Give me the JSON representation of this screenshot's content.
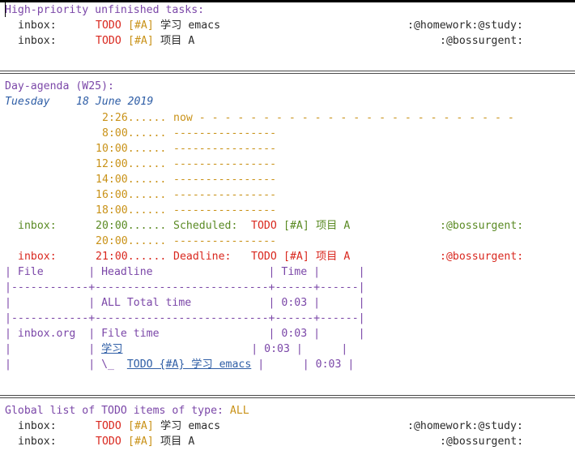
{
  "colors": {
    "purple": "#7b47a8",
    "red": "#d9281f",
    "green": "#5a8a23",
    "orange": "#c99218",
    "blue": "#2f5ea6",
    "text": "#2b2b2b"
  },
  "high_priority": {
    "title": "High-priority unfinished tasks:",
    "rows": [
      {
        "category": "inbox:",
        "state": "TODO",
        "priority": "[#A]",
        "headline": "学习 emacs",
        "tags": ":@homework:@study:"
      },
      {
        "category": "inbox:",
        "state": "TODO",
        "priority": "[#A]",
        "headline": "项目 A",
        "tags": ":@bossurgent:"
      }
    ]
  },
  "agenda": {
    "title": "Day-agenda (W25):",
    "day": "Tuesday",
    "date": "18 June 2019",
    "now": {
      "time": "2:26......",
      "label": "now - - - - - - - - - - - - - - - - - - - - - - - - -"
    },
    "grid_dashes": "----------------",
    "grid_times": [
      "8:00......",
      "10:00......",
      "12:00......",
      "14:00......",
      "16:00......",
      "18:00......"
    ],
    "scheduled": {
      "category": "inbox:",
      "time": "20:00......",
      "kind": "Scheduled:",
      "state": "TODO",
      "priority": "[#A]",
      "headline": "项目 A",
      "tags": ":@bossurgent:"
    },
    "grid_after_scheduled": "20:00......",
    "deadline": {
      "category": "inbox:",
      "time": "21:00......",
      "kind": "Deadline:",
      "state": "TODO",
      "priority": "[#A]",
      "headline": "项目 A",
      "tags": ":@bossurgent:"
    }
  },
  "clocktable": {
    "lines": [
      "| File       | Headline                  | Time |      |",
      "|------------+---------------------------+------+------|",
      "|            | ALL Total time            | 0:03 |      |",
      "|------------+---------------------------+------+------|",
      "| inbox.org  | File time                 | 0:03 |      |"
    ],
    "row_link1": {
      "pre": "|            | ",
      "link": "学习",
      "post": "                    | 0:03 |      |"
    },
    "row_link2": {
      "pre": "|            | \\_  ",
      "link": "TODO {#A} 学习 emacs",
      "post": " |      | 0:03 |"
    }
  },
  "global_todo": {
    "title": "Global list of TODO items of type: ",
    "type": "ALL",
    "rows": [
      {
        "category": "inbox:",
        "state": "TODO",
        "priority": "[#A]",
        "headline": "学习 emacs",
        "tags": ":@homework:@study:"
      },
      {
        "category": "inbox:",
        "state": "TODO",
        "priority": "[#A]",
        "headline": "项目 A",
        "tags": ":@bossurgent:"
      }
    ]
  }
}
